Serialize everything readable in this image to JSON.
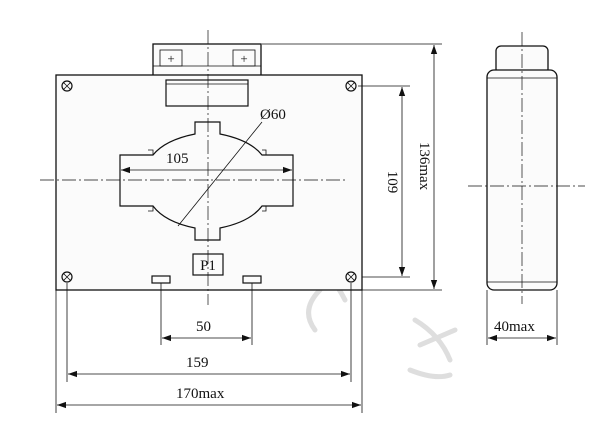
{
  "dimensions": {
    "hole_diameter": "Ø60",
    "window_width": "105",
    "window_height": "109",
    "overall_height": "136max",
    "terminal_spacing": "50",
    "mounting_spacing": "159",
    "overall_width": "170max",
    "side_depth": "40max"
  },
  "terminal_label": "P1",
  "terminal_plus_left": "+",
  "terminal_plus_right": "+"
}
